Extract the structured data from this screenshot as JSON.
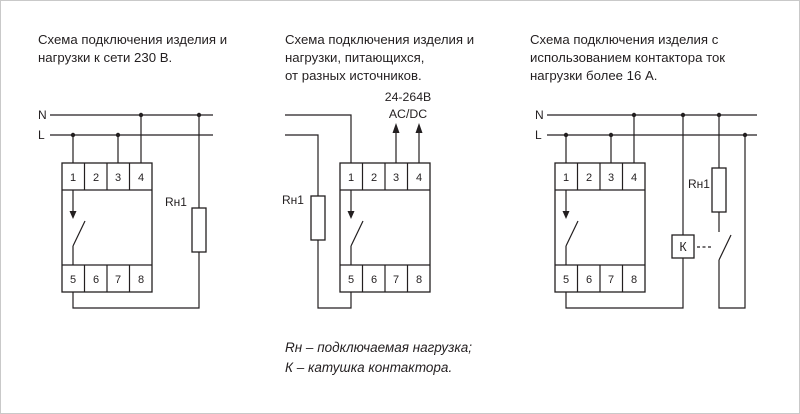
{
  "colors": {
    "ink": "#231f20",
    "bg": "#ffffff",
    "frame": "#c9c9c9"
  },
  "device_terminals": {
    "top": [
      "1",
      "2",
      "3",
      "4"
    ],
    "bottom": [
      "5",
      "6",
      "7",
      "8"
    ]
  },
  "panels": {
    "mains": {
      "title_lines": [
        "Схема подключения изделия и",
        "нагрузки к сети 230 В."
      ],
      "neutral_label": "N",
      "line_label": "L",
      "load_label": "Rн1"
    },
    "separate_sources": {
      "title_lines": [
        "Схема подключения изделия и",
        "нагрузки, питающихся,",
        "от разных источников."
      ],
      "supply_voltage": "24-264В",
      "supply_type": "AC/DC",
      "load_label": "Rн1"
    },
    "contactor": {
      "title_lines": [
        "Схема подключения изделия с",
        "использованием контактора ток",
        "нагрузки более 16 А."
      ],
      "neutral_label": "N",
      "line_label": "L",
      "load_label": "Rн1",
      "coil_label": "К"
    }
  },
  "legend": {
    "load_note": "Rн – подключаемая нагрузка;",
    "coil_note": "К – катушка контактора."
  }
}
